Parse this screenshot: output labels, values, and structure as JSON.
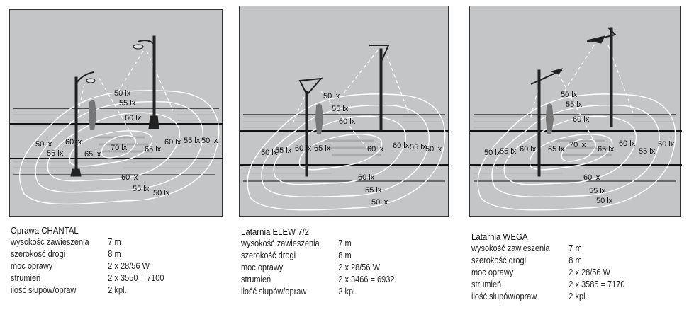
{
  "panels": [
    {
      "title": "Oprawa CHANTAL",
      "specs": [
        {
          "label": "wysokość zawieszenia",
          "value": "7 m"
        },
        {
          "label": "szerokość drogi",
          "value": "8 m"
        },
        {
          "label": "moc oprawy",
          "value": "2 x 28/56 W"
        },
        {
          "label": "strumień",
          "value": "2 x 3550 = 7100"
        },
        {
          "label": "ilość słupów/opraw",
          "value": "2 kpl."
        }
      ],
      "lux_labels": [
        "50 lx",
        "55 lx",
        "60 lx",
        "50 lx",
        "55 lx",
        "60 lx",
        "65 lx",
        "70 lx",
        "65 lx",
        "60 lx",
        "55 lx",
        "50 lx",
        "60 lx",
        "55 lx",
        "50 lx"
      ]
    },
    {
      "title": "Latarnia ELEW 7/2",
      "specs": [
        {
          "label": "wysokość zawieszenia",
          "value": "7 m"
        },
        {
          "label": "szerokość drogi",
          "value": "8 m"
        },
        {
          "label": "moc oprawy",
          "value": "2 x 28/56 W"
        },
        {
          "label": "strumień",
          "value": "2 x 3466 = 6932"
        },
        {
          "label": "ilość słupów/opraw",
          "value": "2 kpl."
        }
      ],
      "lux_labels": [
        "50 lx",
        "55 lx",
        "60 lx",
        "50 lx",
        "55 lx",
        "60 lx",
        "65 lx",
        "60 lx",
        "60 lx",
        "55 lx",
        "50 lx",
        "60 lx",
        "55 lx",
        "50 lx"
      ]
    },
    {
      "title": "Latarnia WEGA",
      "specs": [
        {
          "label": "wysokość zawieszenia",
          "value": "7 m"
        },
        {
          "label": "szerokość drogi",
          "value": "8 m"
        },
        {
          "label": "moc oprawy",
          "value": "2 x 28/56 W"
        },
        {
          "label": "strumień",
          "value": "2 x 3585 = 7170"
        },
        {
          "label": "ilość słupów/opraw",
          "value": "2 kpl."
        }
      ],
      "lux_labels": [
        "50 lx",
        "55 lx",
        "60 lx",
        "50 lx",
        "55 lx",
        "60 lx",
        "65 lx",
        "70 lx",
        "65 lx",
        "60 lx",
        "55 lx",
        "50 lx",
        "60 lx",
        "55 lx",
        "50 lx"
      ]
    }
  ]
}
